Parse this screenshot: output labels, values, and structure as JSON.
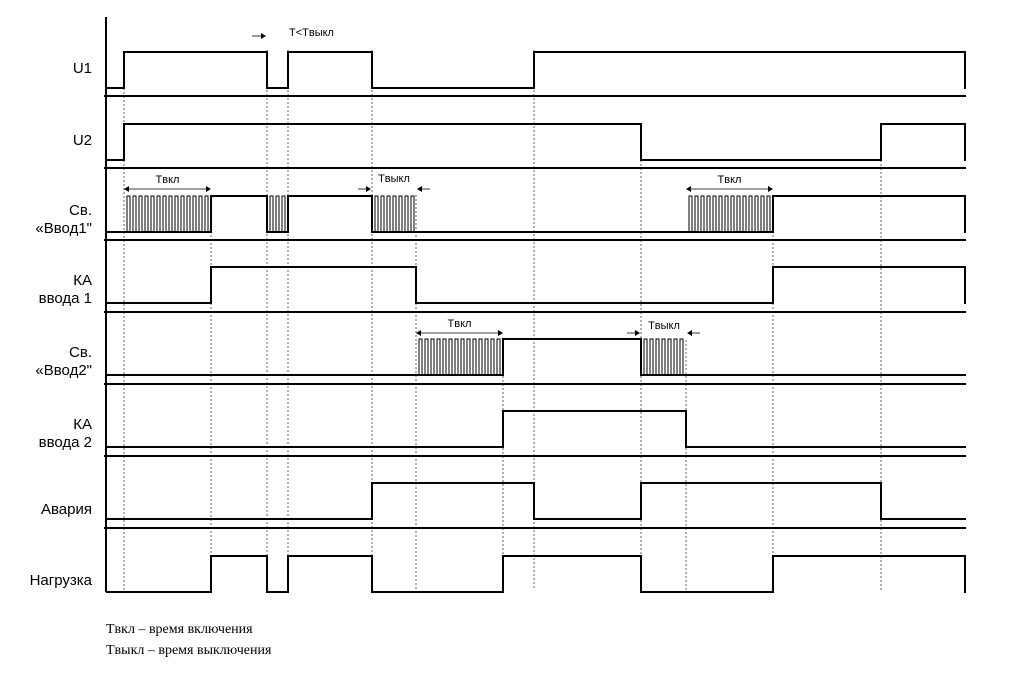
{
  "rows": [
    {
      "id": "u1",
      "label": [
        "U1"
      ],
      "high": [
        [
          124,
          267
        ],
        [
          288,
          372
        ],
        [
          534,
          965
        ]
      ],
      "blink": []
    },
    {
      "id": "u2",
      "label": [
        "U2"
      ],
      "high": [
        [
          124,
          641
        ],
        [
          881,
          965
        ]
      ],
      "blink": []
    },
    {
      "id": "vvod1",
      "label": [
        "Св.",
        "«Ввод1\""
      ],
      "high": [
        [
          211,
          267
        ],
        [
          288,
          372
        ],
        [
          773,
          965
        ]
      ],
      "blink": [
        [
          124,
          211
        ],
        [
          267,
          288
        ],
        [
          372,
          416
        ],
        [
          686,
          773
        ]
      ]
    },
    {
      "id": "ka1",
      "label": [
        "КА",
        "ввода 1"
      ],
      "high": [
        [
          211,
          416
        ],
        [
          773,
          965
        ]
      ],
      "blink": []
    },
    {
      "id": "vvod2",
      "label": [
        "Св.",
        "«Ввод2\""
      ],
      "high": [
        [
          503,
          641
        ]
      ],
      "blink": [
        [
          416,
          503
        ],
        [
          641,
          686
        ]
      ]
    },
    {
      "id": "ka2",
      "label": [
        "КА",
        "ввода 2"
      ],
      "high": [
        [
          503,
          686
        ]
      ],
      "blink": []
    },
    {
      "id": "alarm",
      "label": [
        "Авария"
      ],
      "high": [
        [
          372,
          534
        ],
        [
          641,
          881
        ]
      ],
      "blink": []
    },
    {
      "id": "load",
      "label": [
        "Нагрузка"
      ],
      "high": [
        [
          211,
          267
        ],
        [
          288,
          372
        ],
        [
          503,
          641
        ],
        [
          773,
          965
        ]
      ],
      "blink": []
    }
  ],
  "annotations": {
    "t_less_toff": "T<Tвыкл",
    "t_on": "Tвкл",
    "t_off": "Tвыкл"
  },
  "legend": {
    "line1": "Tвкл – время включения",
    "line2": "Tвыкл – время выключения"
  }
}
